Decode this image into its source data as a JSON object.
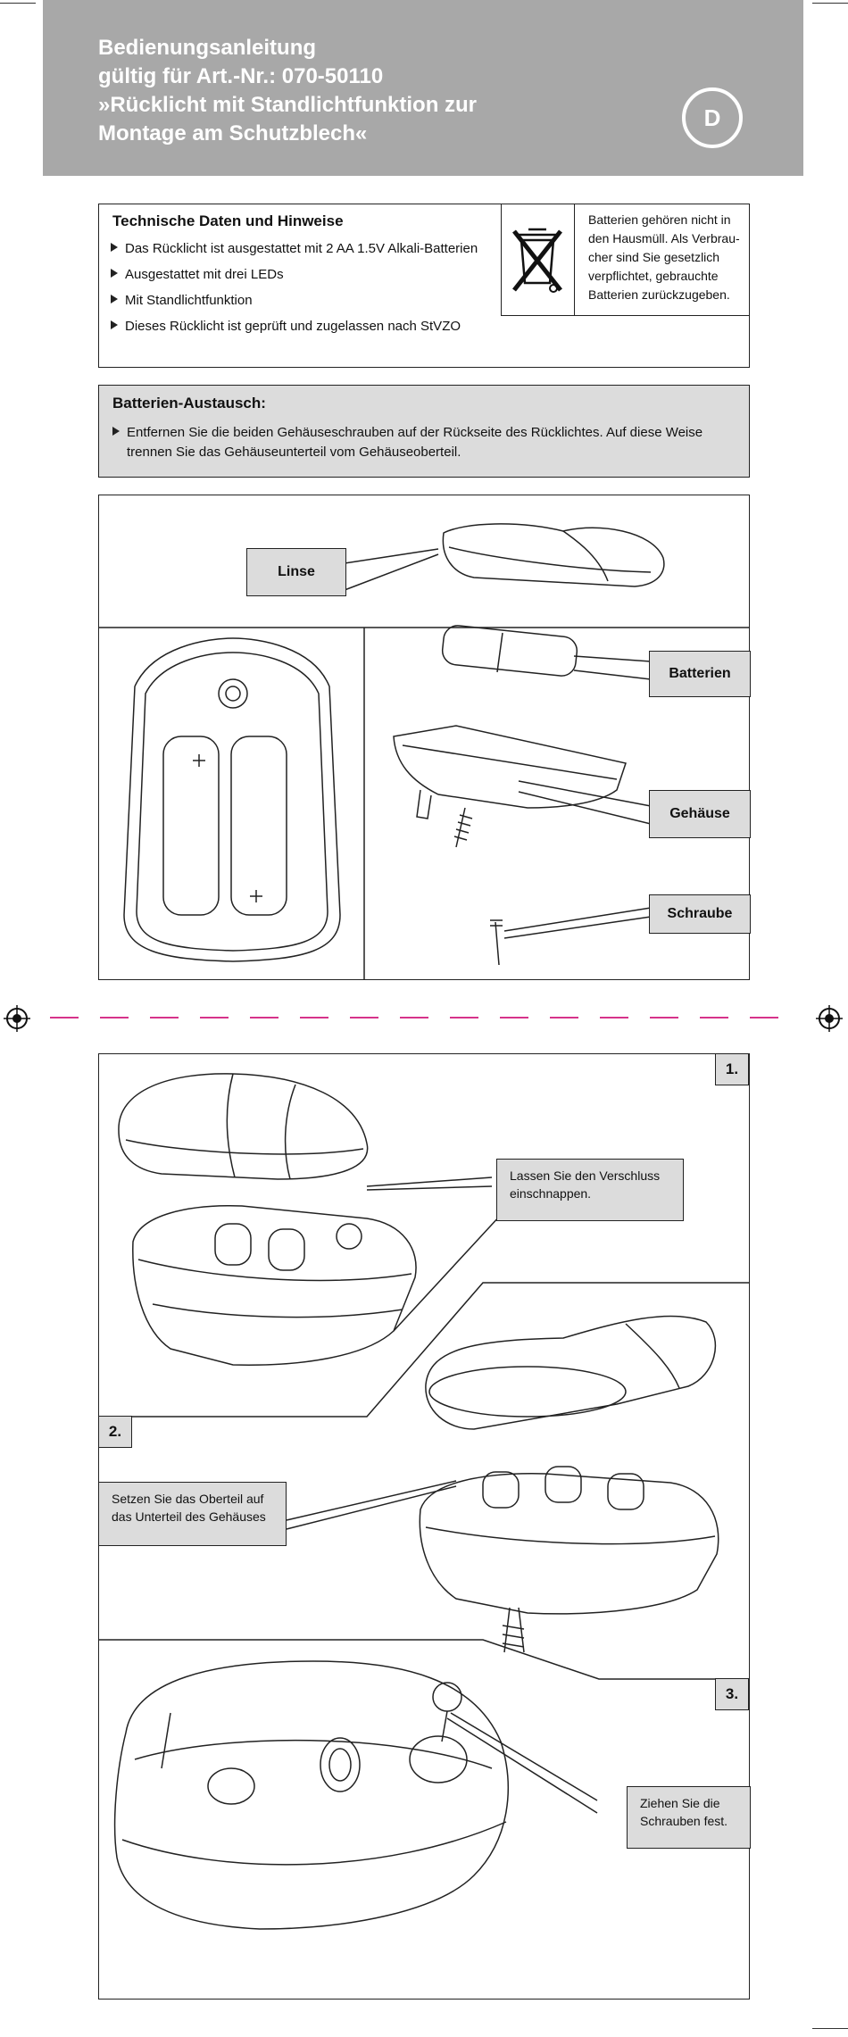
{
  "header": {
    "title_lines": [
      "Bedienungsanleitung",
      "gültig für Art.-Nr.: 070-50110",
      "»Rücklicht mit Standlichtfunktion zur",
      "Montage am Schutzblech«"
    ],
    "language": "D"
  },
  "tech": {
    "title": "Technische Daten und Hinweise",
    "items": [
      "Das Rücklicht ist ausgestattet mit 2 AA 1.5V Alkali-Batterien",
      "Ausgestattet mit drei LEDs",
      "Mit Standlichtfunktion",
      "Dieses Rücklicht ist geprüft und zugelassen nach StVZO"
    ],
    "battery_notice_lines": [
      "Batterien gehören nicht in",
      "den Hausmüll. Als Verbrau-",
      "cher sind Sie gesetzlich",
      "verpflichtet, gebrauchte",
      "Batterien zurückzugeben."
    ],
    "bin_icon": "crossed-out-wheelie-bin-icon"
  },
  "battery_swap": {
    "title": "Batterien-Austausch:",
    "line1": "Entfernen Sie die beiden Gehäuseschrauben auf  der Rückseite des Rücklichtes. Auf diese Weise",
    "line2": "trennen Sie das Gehäuseunterteil vom Gehäuseoberteil."
  },
  "parts": {
    "lens": "Linse",
    "batteries": "Batterien",
    "housing": "Gehäuse",
    "screw": "Schraube"
  },
  "steps": [
    {
      "number": "1.",
      "text_lines": [
        "Lassen Sie den Verschluss",
        "einschnappen."
      ]
    },
    {
      "number": "2.",
      "text_lines": [
        "Setzen Sie das Oberteil auf",
        "das Unterteil des Gehäuses"
      ]
    },
    {
      "number": "3.",
      "text_lines": [
        "Ziehen Sie die",
        "Schrauben fest."
      ]
    }
  ],
  "colors": {
    "header_bg": "#a8a8a8",
    "callout_bg": "#dcdcdc",
    "cut_line": "#d6338a"
  }
}
